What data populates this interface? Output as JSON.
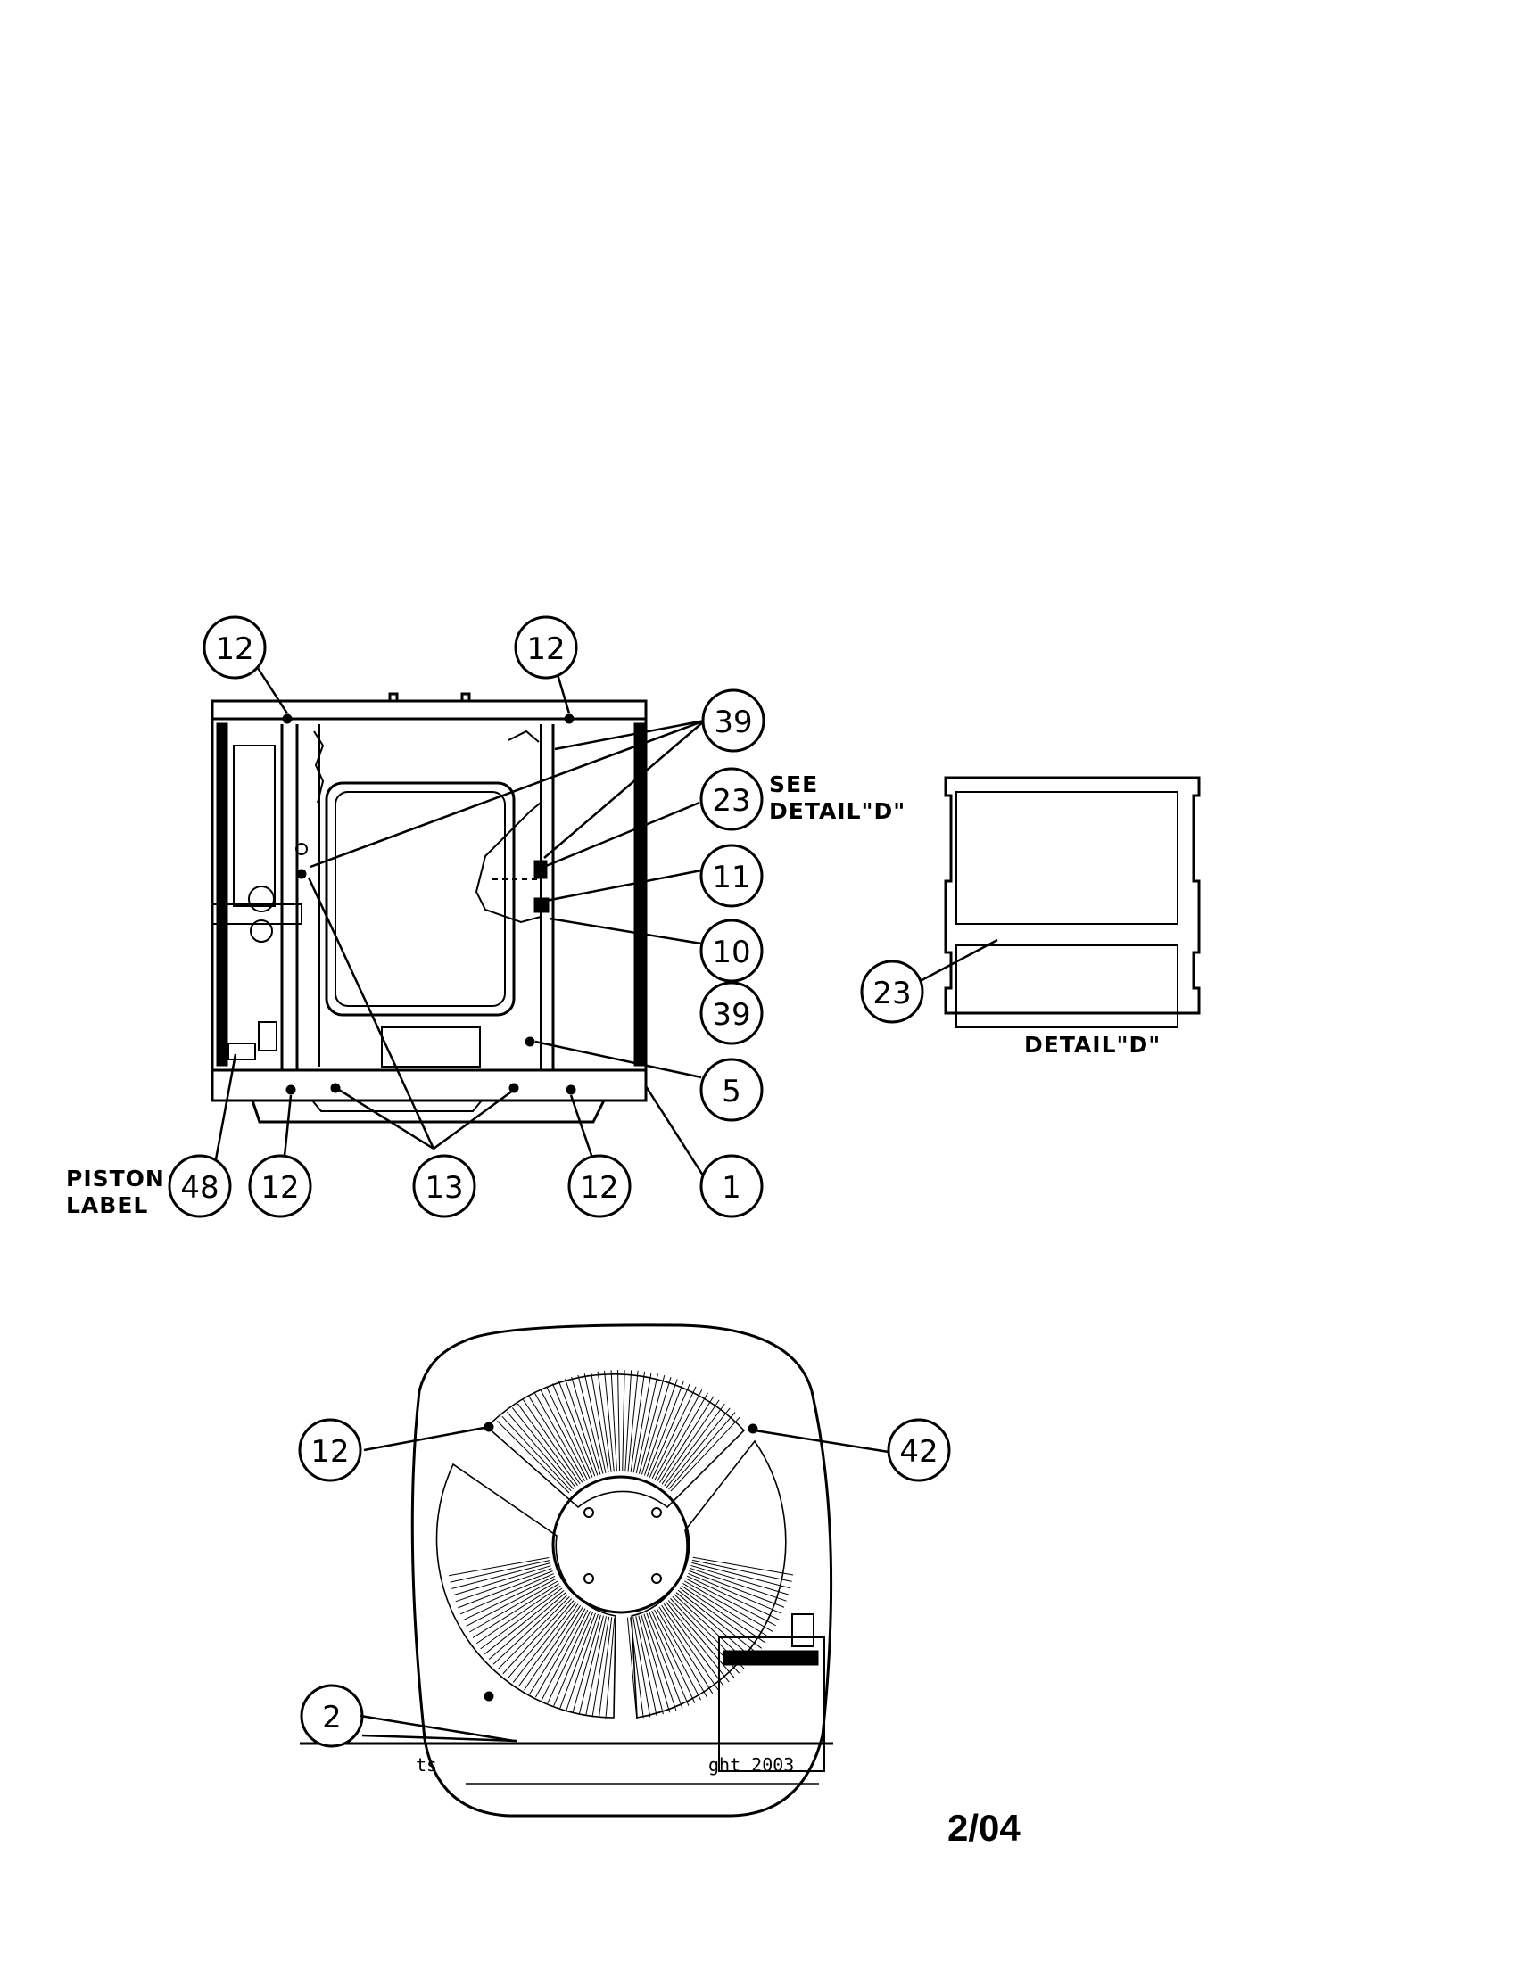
{
  "callouts": {
    "top_left_12": "12",
    "top_mid_12": "12",
    "c39_top": "39",
    "c23": "23",
    "c11": "11",
    "c10": "10",
    "c39_bottom": "39",
    "c5": "5",
    "c1": "1",
    "bot_right_12": "12",
    "c13": "13",
    "bot_left_12": "12",
    "c48": "48",
    "detail_23": "23",
    "fan_12": "12",
    "fan_42": "42",
    "fan_2": "2"
  },
  "labels": {
    "see": "SEE",
    "detail_ref": "DETAIL\"D\"",
    "detail_caption": "DETAIL\"D\"",
    "piston": "PISTON",
    "label": "LABEL",
    "fragment_left": "ts",
    "fragment_right": "ght 2003"
  },
  "footer": {
    "date": "2/04"
  }
}
